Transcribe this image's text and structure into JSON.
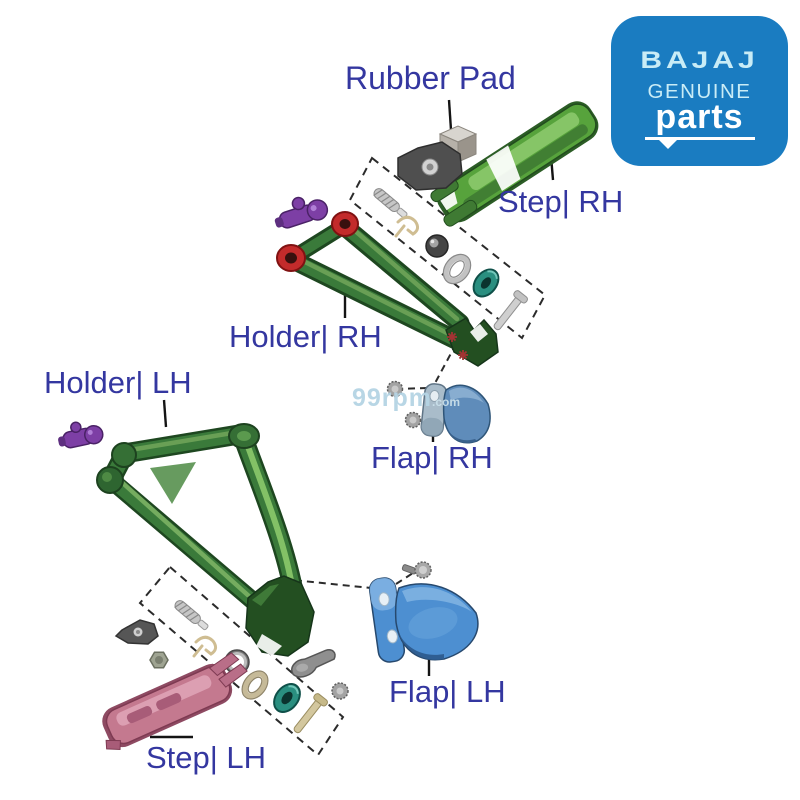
{
  "logo": {
    "brand": "BAJAJ",
    "genuine": "GENUINE",
    "parts": "parts",
    "bg_color": "#1a7cc1",
    "text_color": "#c9ecf6"
  },
  "labels": {
    "rubber_pad": "Rubber Pad",
    "step_rh": "Step| RH",
    "holder_rh": "Holder| RH",
    "holder_lh": "Holder| LH",
    "flap_rh": "Flap| RH",
    "flap_lh": "Flap| LH",
    "step_lh": "Step| LH",
    "text_color": "#3437a0"
  },
  "watermark": {
    "main": "99rpm",
    "suffix": ".com",
    "color": "#b5d4e4"
  },
  "colors": {
    "holder_green": "#3a7a3a",
    "step_green": "#57a33c",
    "flap_blue": "#4d8fd1",
    "flap_blue_rh": "#5f8cba",
    "step_pink": "#c4798f",
    "bushing_red": "#c32b2b",
    "fastener_purple": "#7d3fa5",
    "washer_teal": "#2a8f80",
    "callout_line": "#141414"
  }
}
